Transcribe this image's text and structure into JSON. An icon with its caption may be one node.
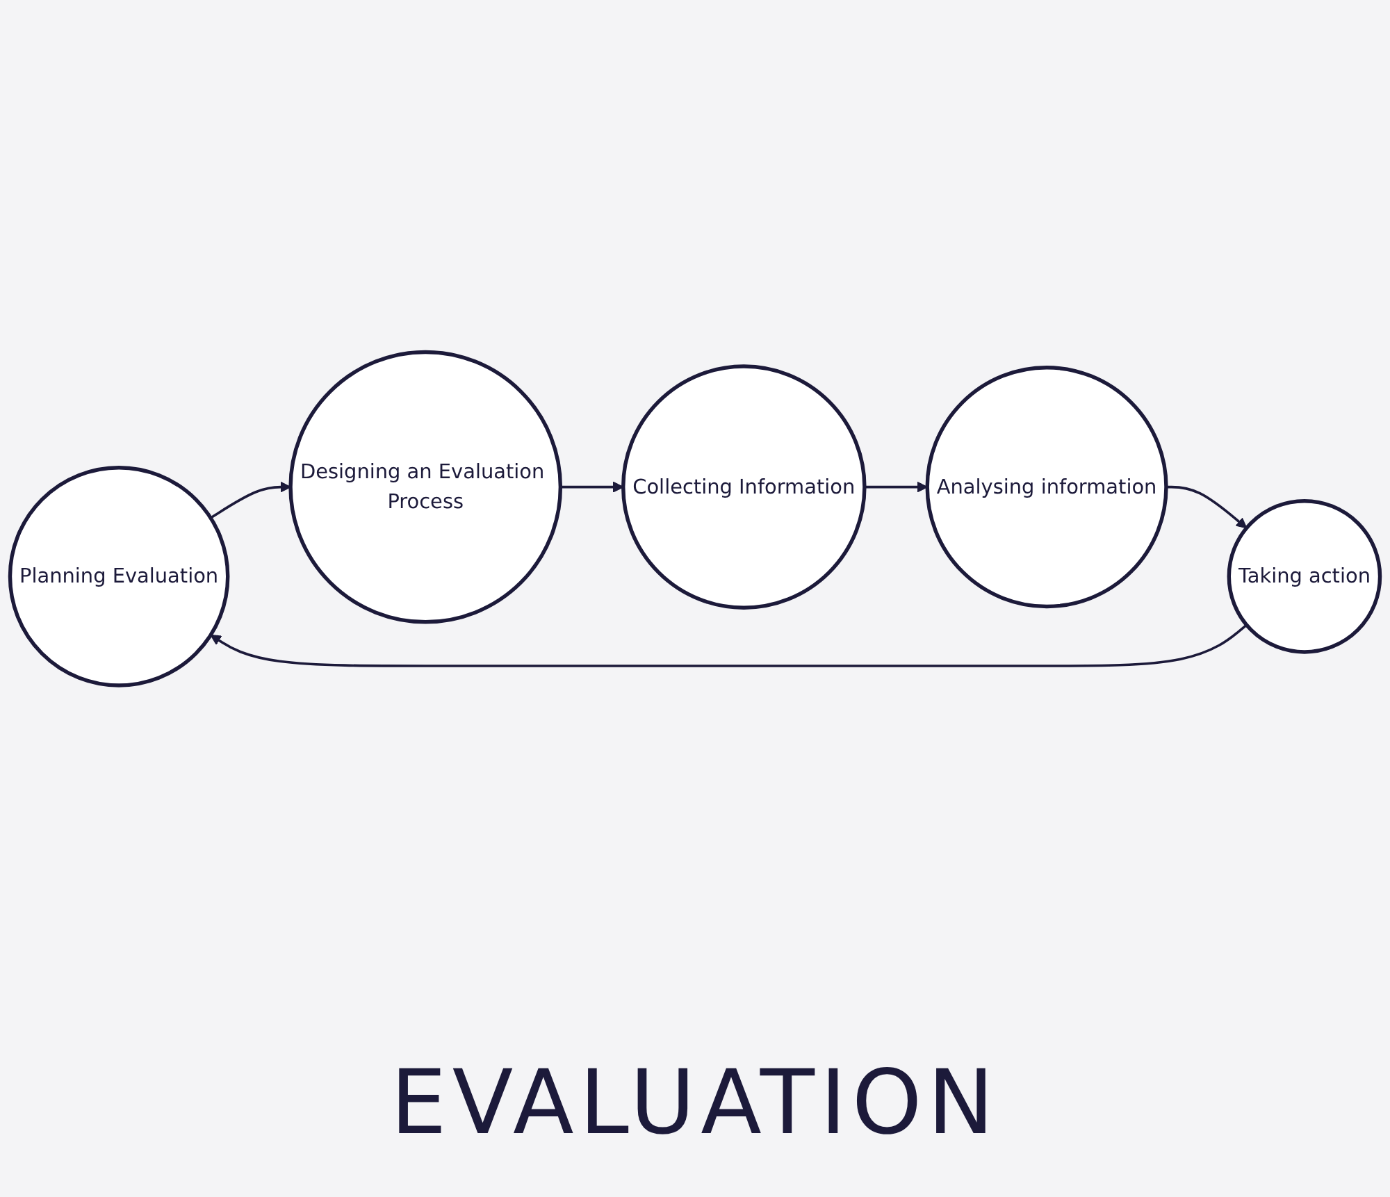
{
  "diagram": {
    "title": "EVALUATION",
    "nodes": [
      {
        "text": [
          "Planning Evaluation"
        ]
      },
      {
        "text": [
          "Designing an Evaluation Process"
        ]
      },
      {
        "text": [
          "Collecting Information"
        ]
      },
      {
        "text": [
          "Analysing information"
        ]
      },
      {
        "text": [
          "Taking action"
        ]
      }
    ],
    "edges": [
      {
        "from": 0,
        "to": 1,
        "arrow": "to"
      },
      {
        "from": 1,
        "to": 2,
        "arrow": "to"
      },
      {
        "from": 2,
        "to": 3,
        "arrow": "to"
      },
      {
        "from": 3,
        "to": 4,
        "arrow": "to"
      },
      {
        "from": 4,
        "to": 0,
        "arrow": "to"
      }
    ]
  }
}
